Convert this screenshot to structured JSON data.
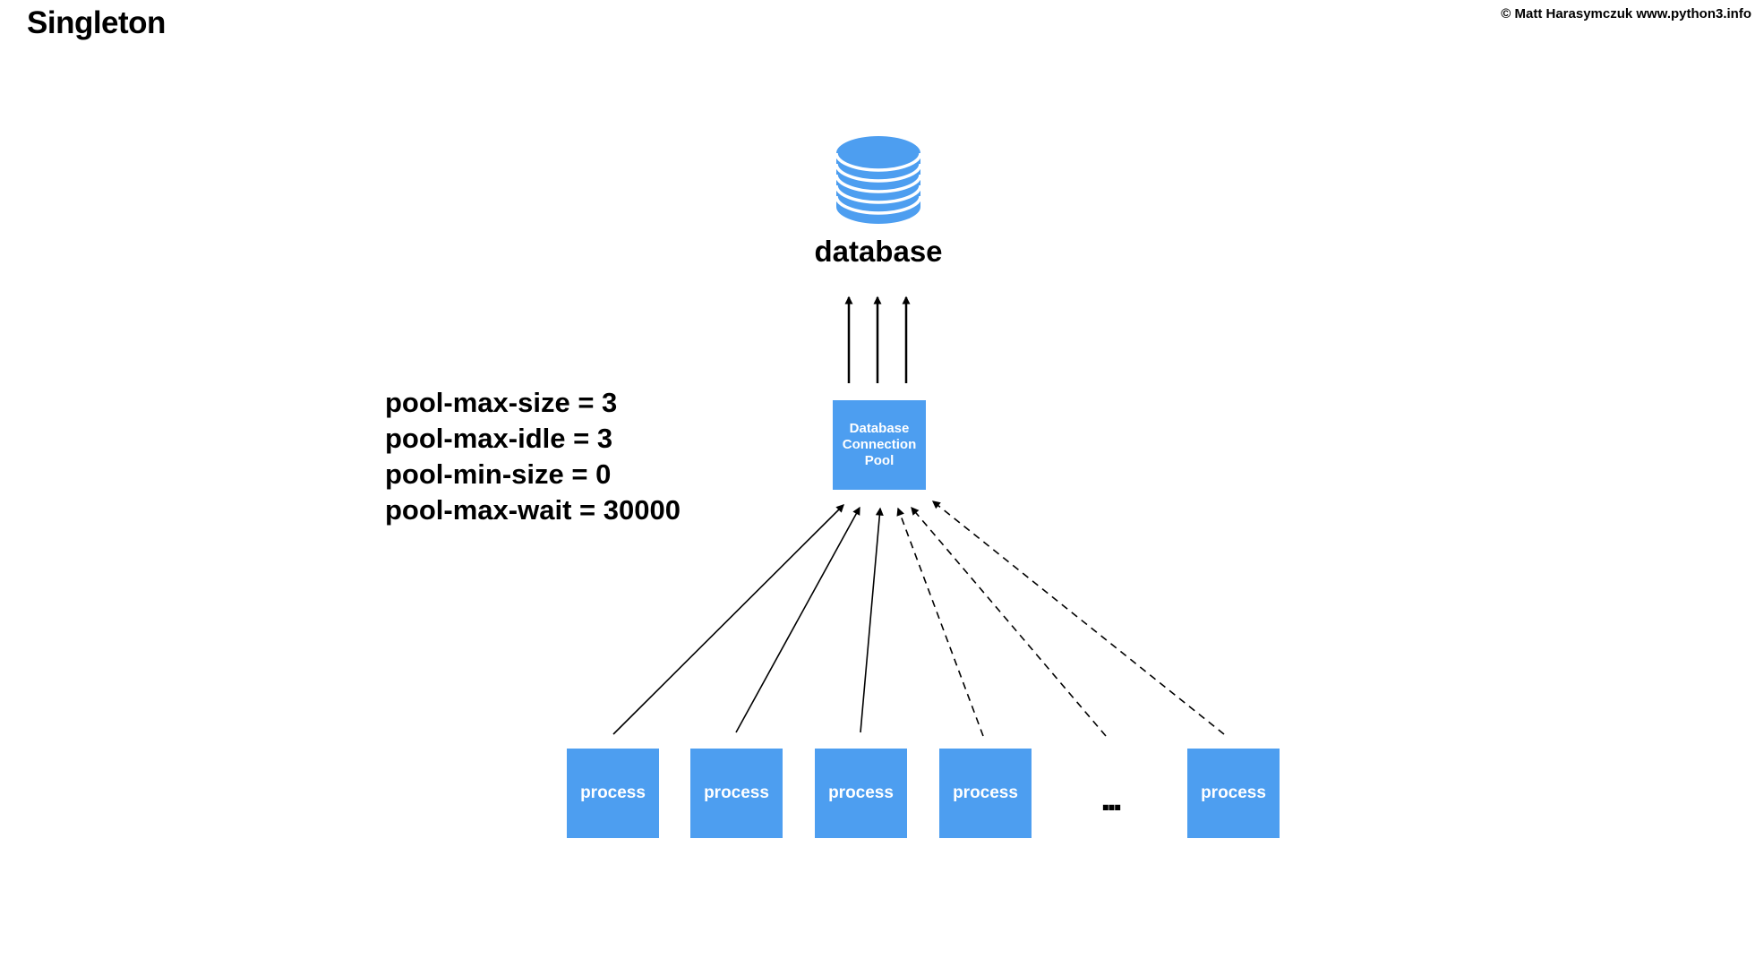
{
  "slide": {
    "title": "Singleton",
    "copyright": "© Matt Harasymczuk www.python3.info"
  },
  "colors": {
    "accent_blue": "#4D9EF0",
    "arrow_black": "#000000",
    "box_label_white": "#FFFFFF"
  },
  "diagram": {
    "database": {
      "label": "database",
      "icon": "database-cylinder-icon"
    },
    "pool": {
      "label": "Database Connection Pool"
    },
    "config_lines": [
      "pool-max-size = 3",
      "pool-max-idle = 3",
      "pool-min-size = 0",
      "pool-max-wait = 30000"
    ],
    "processes": [
      {
        "label": "process"
      },
      {
        "label": "process"
      },
      {
        "label": "process"
      },
      {
        "label": "process"
      },
      {
        "label": "process"
      }
    ],
    "ellipsis": "...",
    "edges": [
      {
        "from": "pool",
        "to": "database",
        "style": "solid",
        "count": 3
      },
      {
        "from": "process-1",
        "to": "pool",
        "style": "solid"
      },
      {
        "from": "process-2",
        "to": "pool",
        "style": "solid"
      },
      {
        "from": "process-3",
        "to": "pool",
        "style": "solid"
      },
      {
        "from": "process-4",
        "to": "pool",
        "style": "dashed"
      },
      {
        "from": "ellipsis",
        "to": "pool",
        "style": "dashed"
      },
      {
        "from": "process-5",
        "to": "pool",
        "style": "dashed"
      }
    ]
  }
}
